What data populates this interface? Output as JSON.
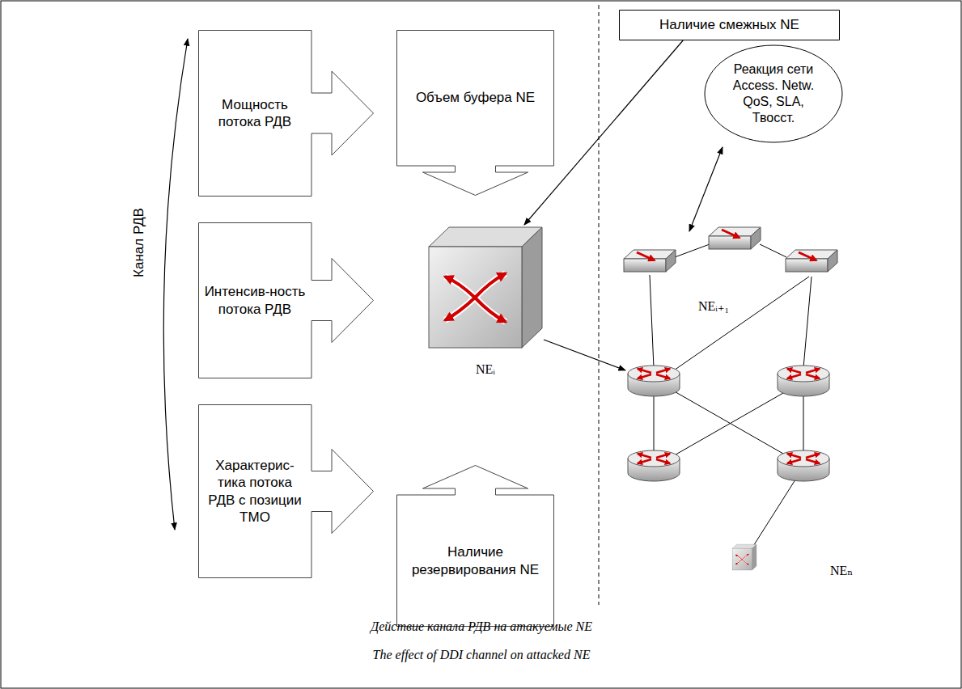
{
  "diagram": {
    "caption": "Действие канала РДВ на атакуемые NE",
    "nodes": [
      {
        "text": [
          "Мощность потока РДВ"
        ]
      },
      {
        "text": [
          "Объем буфера NE"
        ]
      },
      {
        "text": [
          "Интенсив-ность потока РДВ"
        ]
      },
      {
        "text": [
          "NEᵢ"
        ]
      },
      {
        "text": [
          "Характерис-тика потока РДВ с позиции ТМО"
        ]
      },
      {
        "text": [
          "Наличие резервирования NE"
        ]
      },
      {
        "text": [
          "Наличие смежных NE"
        ]
      },
      {
        "text": [
          "Реакция сети Access. Netw. QoS, SLA, Твосст."
        ]
      }
    ],
    "edges": [
      {
        "from": 6,
        "to": 3,
        "arrow": "to"
      }
    ],
    "labels": [
      "Канал РДВ",
      "NEᵢ₊₁",
      "NEₙ",
      "The effect of DDI channel on attacked NE"
    ]
  }
}
